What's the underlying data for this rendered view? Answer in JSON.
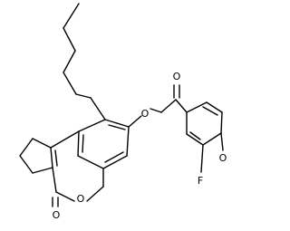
{
  "diagram": {
    "type": "chemical-structure",
    "atoms": {
      "ether_oxygen": "O",
      "ketone_oxygen": "O",
      "methoxy_oxygen": "O",
      "ring_oxygen": "O",
      "lactone_carbonyl_oxygen": "O",
      "fluorine": "F"
    },
    "colors": {
      "bond": "#000000",
      "heteroatom": "#000000",
      "background": "#ffffff"
    }
  }
}
